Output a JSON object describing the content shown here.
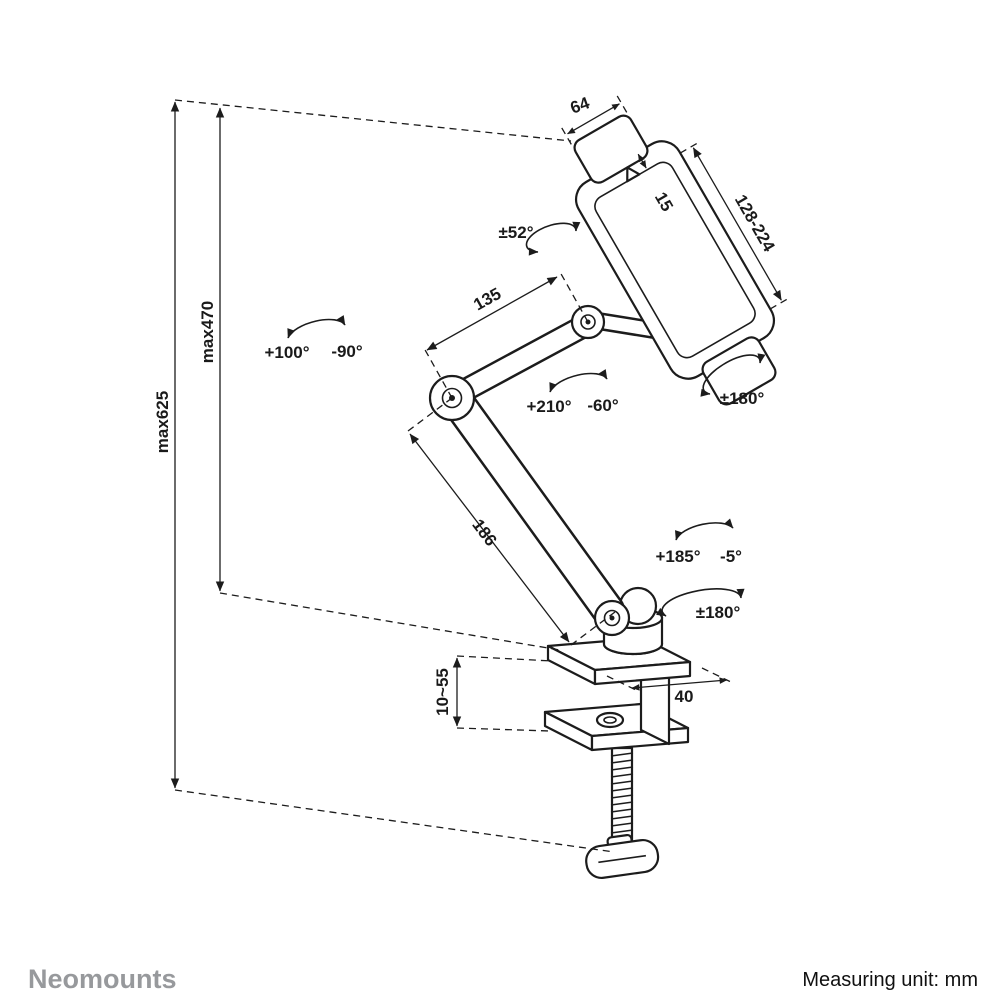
{
  "footer": {
    "brand": "Neomounts",
    "measuring_unit": "Measuring unit: mm"
  },
  "dimensions": {
    "overall_max_height": "max625",
    "arm_max_height": "max470",
    "upper_arm_length": "135",
    "lower_arm_length": "186",
    "top_clamp_width": "64",
    "clamp_lip_depth": "15",
    "holder_width_range": "128-224",
    "base_plate_depth": "40",
    "desk_clamp_range": "10~55"
  },
  "angles": {
    "holder_tilt": "±52°",
    "elbow_swivel_pos": "+100°",
    "elbow_swivel_neg": "-90°",
    "mid_joint_pos": "+210°",
    "mid_joint_neg": "-60°",
    "holder_rotation": "±180°",
    "base_tilt_pos": "+185°",
    "base_tilt_neg": "-5°",
    "base_rotation": "±180°"
  },
  "colors": {
    "line": "#1c1c1c",
    "brand_gray": "#97999c",
    "background": "#ffffff"
  }
}
